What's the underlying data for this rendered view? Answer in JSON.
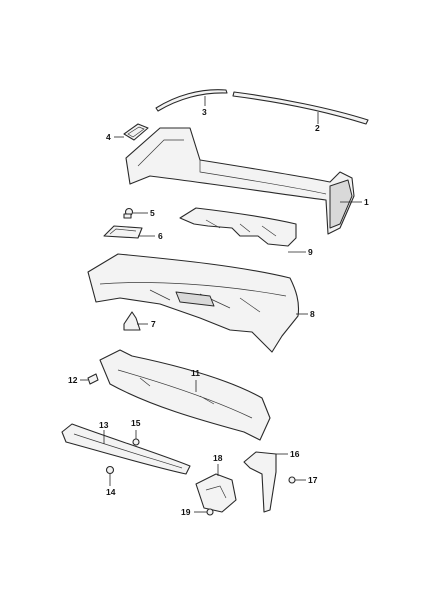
{
  "callouts": {
    "c1": "1",
    "c2": "2",
    "c3": "3",
    "c4": "4",
    "c5": "5",
    "c6": "6",
    "c7": "7",
    "c8": "8",
    "c9": "9",
    "c10": "11",
    "c11": "12",
    "c12": "13",
    "c13": "14",
    "c14": "15",
    "c15": "16",
    "c16": "17",
    "c17": "18",
    "c18": "19"
  },
  "colors": {
    "line": "#2a2a2a",
    "part_fill": "#f3f3f3",
    "shade": "#d9d9d9"
  }
}
